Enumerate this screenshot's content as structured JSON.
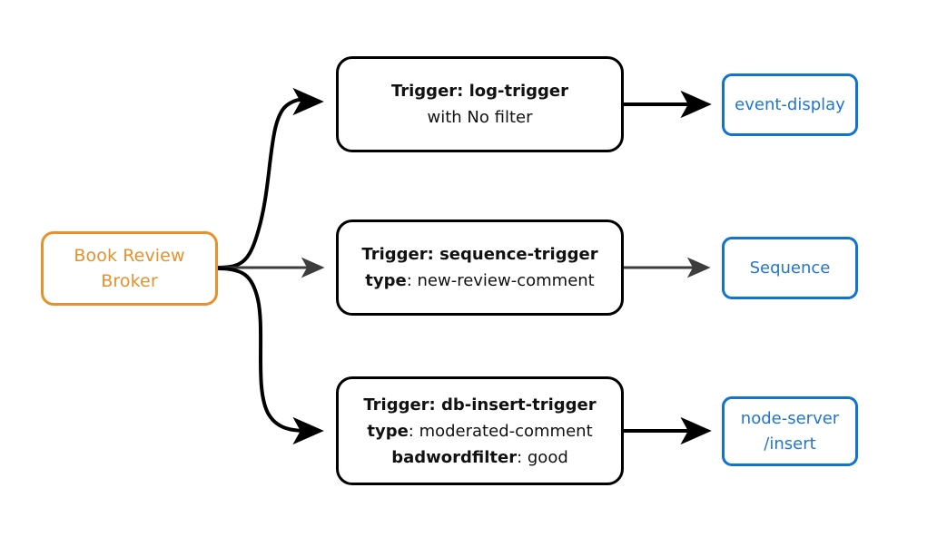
{
  "diagram": {
    "type": "event-broker-flow",
    "title_text": "",
    "colors": {
      "broker_accent": "#E8912C",
      "service_accent": "#1073CE",
      "trigger_border": "#000000",
      "edge_black": "#000000",
      "edge_gray": "#3D3D3D",
      "background": "#FFFFFF"
    },
    "broker": {
      "line1": "Book Review",
      "line2": "Broker"
    },
    "triggers": [
      {
        "id": "log-trigger",
        "line1_bold": "Trigger: log-trigger",
        "line2_bold": "",
        "line2_rest": "with No filter",
        "line3_bold": "",
        "line3_rest": ""
      },
      {
        "id": "sequence-trigger",
        "line1_bold": "Trigger: sequence-trigger",
        "line2_bold": "type",
        "line2_rest": ": new-review-comment",
        "line3_bold": "",
        "line3_rest": ""
      },
      {
        "id": "db-insert-trigger",
        "line1_bold": "Trigger: db-insert-trigger",
        "line2_bold": "type",
        "line2_rest": ": moderated-comment",
        "line3_bold": "badwordfilter",
        "line3_rest": ": good"
      }
    ],
    "services": [
      {
        "id": "event-display",
        "line1": "event-display",
        "line2": ""
      },
      {
        "id": "sequence",
        "line1": "Sequence",
        "line2": ""
      },
      {
        "id": "node-server-insert",
        "line1": "node-server",
        "line2": "/insert"
      }
    ]
  }
}
